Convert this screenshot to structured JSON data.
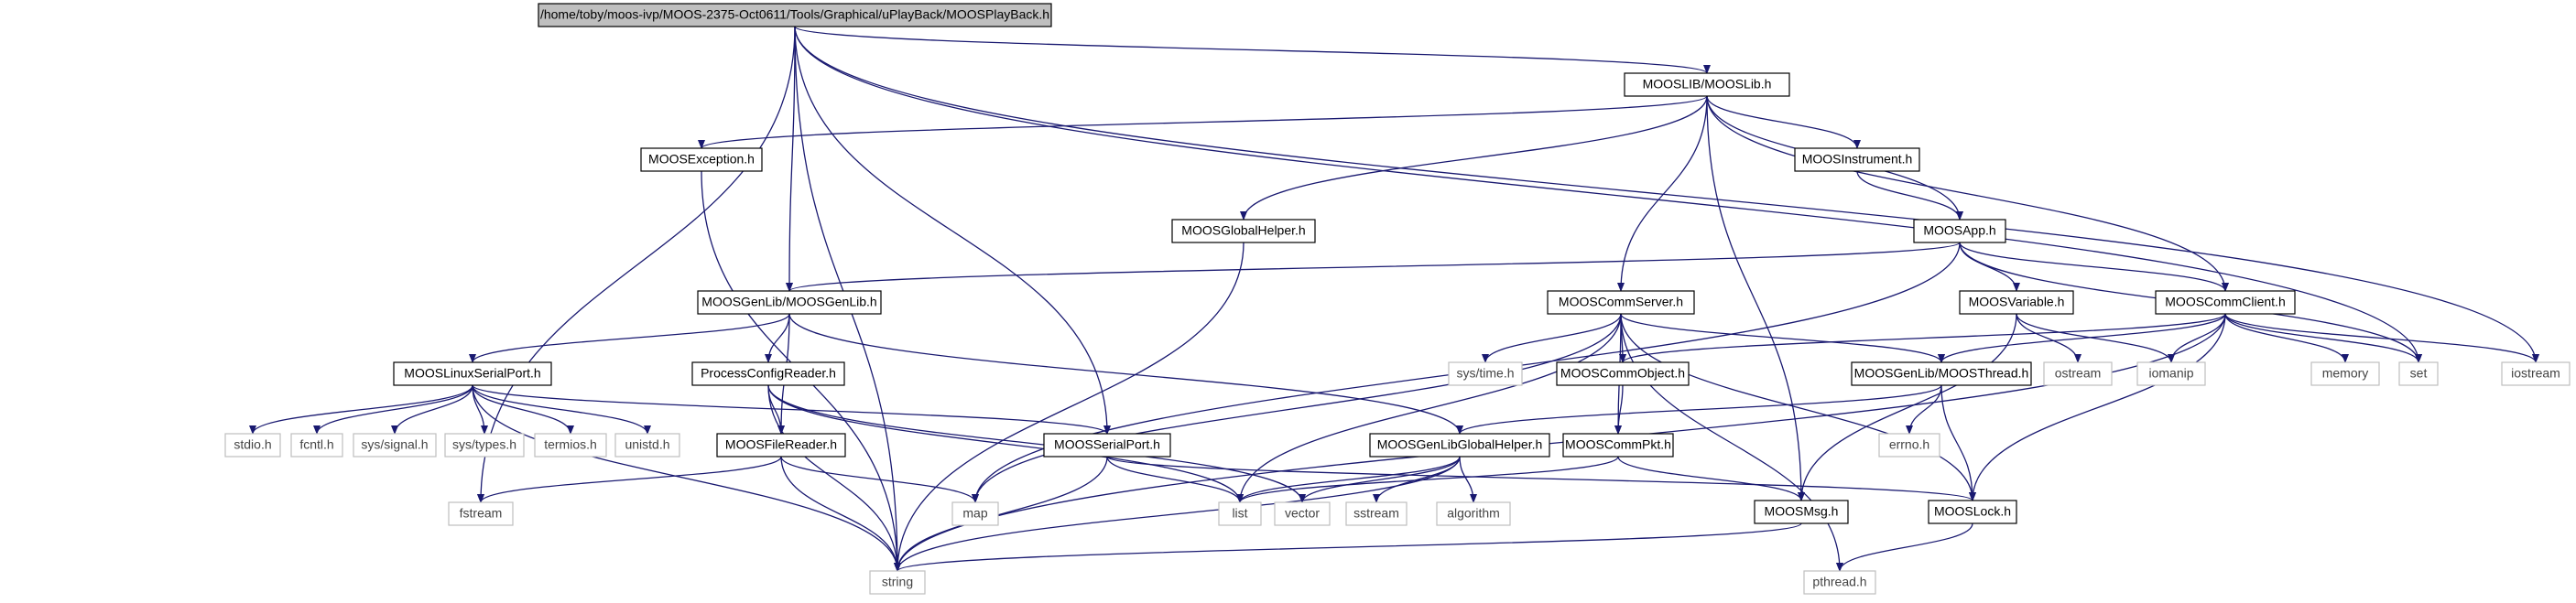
{
  "colors": {
    "edge": "#191970",
    "root_fill": "#bfbfbf",
    "system_border": "#bfbfbf"
  },
  "nodes": {
    "root": "/home/toby/moos-ivp/MOOS-2375-Oct0611/Tools/Graphical/uPlayBack/MOOSPlayBack.h",
    "mooslib": "MOOSLIB/MOOSLib.h",
    "exception": "MOOSException.h",
    "instrument": "MOOSInstrument.h",
    "globalhelper": "MOOSGlobalHelper.h",
    "app": "MOOSApp.h",
    "genlib": "MOOSGenLib/MOOSGenLib.h",
    "commserver": "MOOSCommServer.h",
    "variable": "MOOSVariable.h",
    "commclient": "MOOSCommClient.h",
    "linuxserial": "MOOSLinuxSerialPort.h",
    "pcr": "ProcessConfigReader.h",
    "commobject": "MOOSCommObject.h",
    "thread": "MOOSGenLib/MOOSThread.h",
    "filereader": "MOOSFileReader.h",
    "serialport": "MOOSSerialPort.h",
    "genlibhelper": "MOOSGenLibGlobalHelper.h",
    "commpkt": "MOOSCommPkt.h",
    "msg": "MOOSMsg.h",
    "lock": "MOOSLock.h",
    "stdio": "stdio.h",
    "fcntl": "fcntl.h",
    "signal": "sys/signal.h",
    "types": "sys/types.h",
    "termios": "termios.h",
    "unistd": "unistd.h",
    "fstream": "fstream",
    "string": "string",
    "map": "map",
    "list": "list",
    "vector": "vector",
    "sstream": "sstream",
    "algorithm": "algorithm",
    "pthread": "pthread.h",
    "errno": "errno.h",
    "systime": "sys/time.h",
    "ostream": "ostream",
    "iomanip": "iomanip",
    "memory": "memory",
    "set": "set",
    "iostream": "iostream"
  },
  "edges": [
    [
      "root",
      "mooslib"
    ],
    [
      "root",
      "genlib"
    ],
    [
      "root",
      "string"
    ],
    [
      "root",
      "fstream"
    ],
    [
      "root",
      "serialport"
    ],
    [
      "root",
      "set"
    ],
    [
      "root",
      "iostream"
    ],
    [
      "mooslib",
      "exception"
    ],
    [
      "mooslib",
      "instrument"
    ],
    [
      "mooslib",
      "globalhelper"
    ],
    [
      "mooslib",
      "app"
    ],
    [
      "mooslib",
      "commserver"
    ],
    [
      "mooslib",
      "commclient"
    ],
    [
      "mooslib",
      "msg"
    ],
    [
      "exception",
      "string"
    ],
    [
      "instrument",
      "app"
    ],
    [
      "globalhelper",
      "string"
    ],
    [
      "app",
      "genlib"
    ],
    [
      "app",
      "variable"
    ],
    [
      "app",
      "commclient"
    ],
    [
      "app",
      "map"
    ],
    [
      "app",
      "set"
    ],
    [
      "genlib",
      "linuxserial"
    ],
    [
      "genlib",
      "pcr"
    ],
    [
      "genlib",
      "filereader"
    ],
    [
      "genlib",
      "genlibhelper"
    ],
    [
      "commserver",
      "commobject"
    ],
    [
      "commserver",
      "thread"
    ],
    [
      "commserver",
      "commpkt"
    ],
    [
      "commserver",
      "lock"
    ],
    [
      "commserver",
      "list"
    ],
    [
      "commserver",
      "map"
    ],
    [
      "commserver",
      "systime"
    ],
    [
      "commserver",
      "pthread"
    ],
    [
      "variable",
      "msg"
    ],
    [
      "variable",
      "ostream"
    ],
    [
      "variable",
      "iomanip"
    ],
    [
      "commclient",
      "commobject"
    ],
    [
      "commclient",
      "thread"
    ],
    [
      "commclient",
      "lock"
    ],
    [
      "commclient",
      "string"
    ],
    [
      "commclient",
      "iomanip"
    ],
    [
      "commclient",
      "memory"
    ],
    [
      "commclient",
      "set"
    ],
    [
      "commclient",
      "iostream"
    ],
    [
      "linuxserial",
      "serialport"
    ],
    [
      "linuxserial",
      "stdio"
    ],
    [
      "linuxserial",
      "fcntl"
    ],
    [
      "linuxserial",
      "signal"
    ],
    [
      "linuxserial",
      "types"
    ],
    [
      "linuxserial",
      "termios"
    ],
    [
      "linuxserial",
      "unistd"
    ],
    [
      "linuxserial",
      "string"
    ],
    [
      "pcr",
      "filereader"
    ],
    [
      "pcr",
      "list"
    ],
    [
      "pcr",
      "vector"
    ],
    [
      "pcr",
      "string"
    ],
    [
      "commobject",
      "commpkt"
    ],
    [
      "thread",
      "genlibhelper"
    ],
    [
      "thread",
      "lock"
    ],
    [
      "thread",
      "errno"
    ],
    [
      "filereader",
      "fstream"
    ],
    [
      "filereader",
      "map"
    ],
    [
      "filereader",
      "string"
    ],
    [
      "serialport",
      "list"
    ],
    [
      "serialport",
      "string"
    ],
    [
      "serialport",
      "lock"
    ],
    [
      "genlibhelper",
      "list"
    ],
    [
      "genlibhelper",
      "vector"
    ],
    [
      "genlibhelper",
      "sstream"
    ],
    [
      "genlibhelper",
      "algorithm"
    ],
    [
      "genlibhelper",
      "string"
    ],
    [
      "commpkt",
      "list"
    ],
    [
      "commpkt",
      "msg"
    ],
    [
      "msg",
      "string"
    ],
    [
      "lock",
      "pthread"
    ]
  ]
}
